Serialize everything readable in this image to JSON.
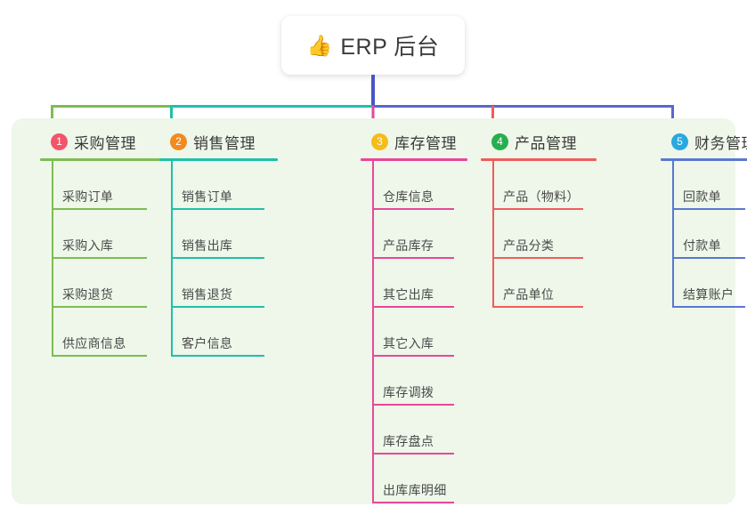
{
  "root": {
    "icon": "thumbs-up-icon",
    "emoji": "👍",
    "title": "ERP 后台"
  },
  "palette": {
    "panel_background": "#eef7e9",
    "page_background": "#ffffff",
    "root_stem": "#4a56c4",
    "bus_green": "#7dbd54",
    "bus_teal": "#1fc0ab",
    "bus_blue": "#5a67cf"
  },
  "columns": [
    {
      "index": "1",
      "title": "采购管理",
      "badge_color": "#f2546a",
      "line_color": "#7dbd54",
      "drop_color": "#7dbd54",
      "items": [
        "采购订单",
        "采购入库",
        "采购退货",
        "供应商信息"
      ]
    },
    {
      "index": "2",
      "title": "销售管理",
      "badge_color": "#f28a21",
      "line_color": "#1fc0ab",
      "drop_color": "#1fc0ab",
      "items": [
        "销售订单",
        "销售出库",
        "销售退货",
        "客户信息"
      ]
    },
    {
      "index": "3",
      "title": "库存管理",
      "badge_color": "#f5bc1a",
      "line_color": "#e8479b",
      "drop_color": "#e8479b",
      "items": [
        "仓库信息",
        "产品库存",
        "其它出库",
        "其它入库",
        "库存调拨",
        "库存盘点",
        "出库库明细"
      ]
    },
    {
      "index": "4",
      "title": "产品管理",
      "badge_color": "#27ae4f",
      "line_color": "#f15c5c",
      "drop_color": "#f15c5c",
      "items": [
        "产品（物料）",
        "产品分类",
        "产品单位"
      ]
    },
    {
      "index": "5",
      "title": "财务管理",
      "badge_color": "#29a8e0",
      "line_color": "#5a78d0",
      "drop_color": "#5a67cf",
      "items": [
        "回款单",
        "付款单",
        "结算账户"
      ]
    }
  ]
}
